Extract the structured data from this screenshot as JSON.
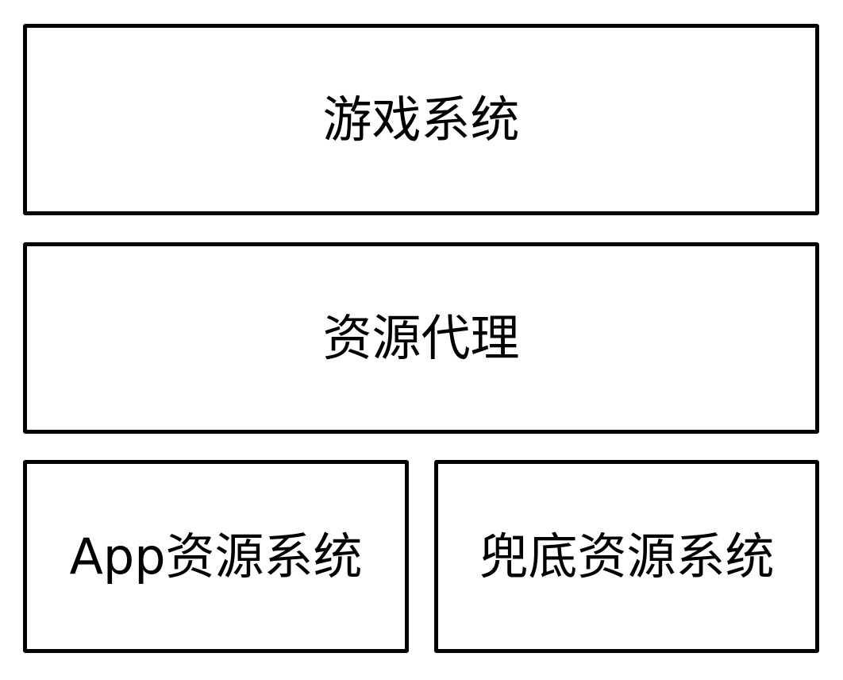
{
  "layers": {
    "game_system": "游戏系统",
    "resource_proxy": "资源代理",
    "app_resource_system": "App资源系统",
    "fallback_resource_system": "兜底资源系统"
  }
}
